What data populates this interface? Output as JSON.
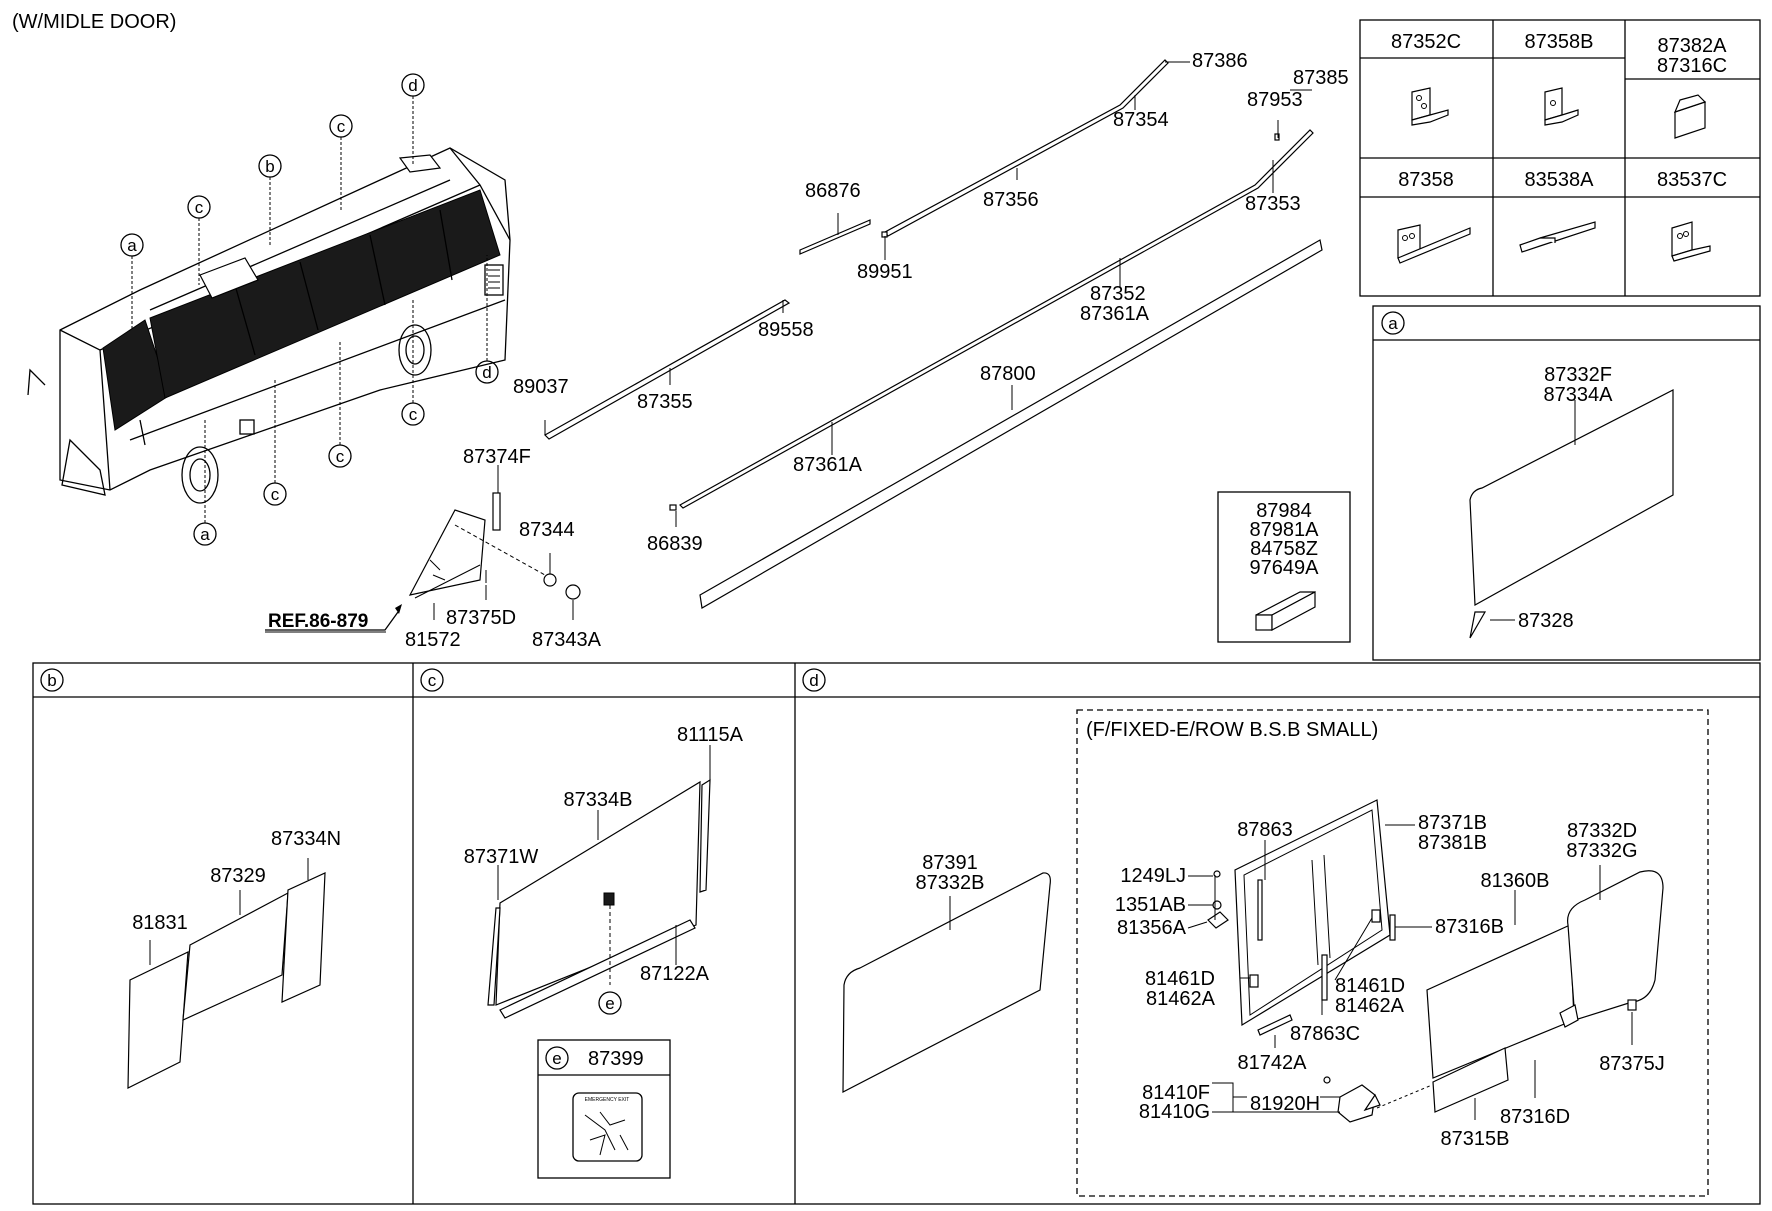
{
  "header": {
    "title": "(W/MIDLE DOOR)"
  },
  "overview": {
    "callouts": [
      "a",
      "b",
      "c",
      "c",
      "d",
      "c",
      "c",
      "d",
      "c",
      "c",
      "c",
      "a"
    ],
    "ref_label": "REF.86-879",
    "labels": {
      "p87386": "87386",
      "p87354": "87354",
      "p87385": "87385",
      "p87953": "87953",
      "p87356": "87356",
      "p87353": "87353",
      "p86876": "86876",
      "p89951": "89951",
      "p87352": "87352",
      "p87361A_a": "87361A",
      "p89558": "89558",
      "p89037": "89037",
      "p87355": "87355",
      "p87800": "87800",
      "p87361A_b": "87361A",
      "p87374F": "87374F",
      "p87344": "87344",
      "p86839": "86839",
      "p87375D": "87375D",
      "p81572": "81572",
      "p87343A": "87343A"
    }
  },
  "seal_box": {
    "lines": [
      "87984",
      "87981A",
      "84758Z",
      "97649A"
    ]
  },
  "clip_table": {
    "headers": [
      "87352C",
      "87358B",
      "87382A",
      "87316C",
      "87358",
      "83538A",
      "83537C"
    ]
  },
  "section_a": {
    "circle": "a",
    "labels": {
      "p87332F": "87332F",
      "p87334A": "87334A",
      "p87328": "87328"
    }
  },
  "section_b": {
    "circle": "b",
    "labels": {
      "p87334N": "87334N",
      "p87329": "87329",
      "p81831": "81831"
    }
  },
  "section_c": {
    "circle": "c",
    "labels": {
      "p81115A": "81115A",
      "p87334B": "87334B",
      "p87371W": "87371W",
      "p87122A": "87122A",
      "pE": "e"
    },
    "e_box": {
      "circle": "e",
      "part": "87399",
      "sign_text": "EMERGENCY EXIT"
    }
  },
  "section_d": {
    "circle": "d",
    "subtitle": "(F/FIXED-E/ROW B.S.B SMALL)",
    "labels": {
      "p87391": "87391",
      "p87332B": "87332B",
      "p87863": "87863",
      "p87371B": "87371B",
      "p87381B": "87381B",
      "p87332D": "87332D",
      "p87332G": "87332G",
      "p1249LJ": "1249LJ",
      "p1351AB": "1351AB",
      "p81356A": "81356A",
      "p81360B": "81360B",
      "p87316B": "87316B",
      "p81461D_l": "81461D",
      "p81462A_l": "81462A",
      "p81461D_r": "81461D",
      "p81462A_r": "81462A",
      "p87863C": "87863C",
      "p87375J": "87375J",
      "p81742A": "81742A",
      "p81410F": "81410F",
      "p81410G": "81410G",
      "p81920H": "81920H",
      "p87316D": "87316D",
      "p87315B": "87315B"
    }
  }
}
